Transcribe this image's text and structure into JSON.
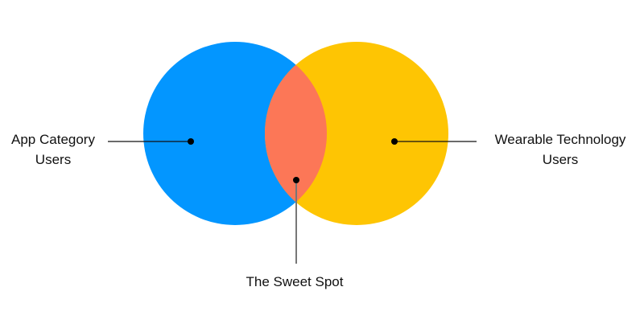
{
  "diagram": {
    "type": "venn",
    "sets": [
      {
        "id": "left",
        "label_line1": "App Category",
        "label_line2": "Users",
        "color": "#0396FF"
      },
      {
        "id": "right",
        "label_line1": "Wearable Technology",
        "label_line2": "Users",
        "color": "#FEC503"
      }
    ],
    "intersection": {
      "label": "The Sweet Spot",
      "color": "#FC7757"
    }
  }
}
